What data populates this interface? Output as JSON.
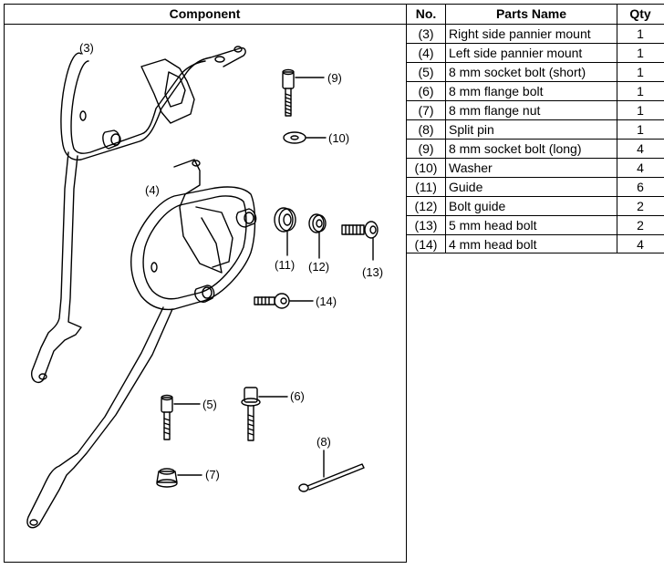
{
  "headers": {
    "component": "Component",
    "no": "No.",
    "parts_name": "Parts Name",
    "qty": "Qty"
  },
  "parts": [
    {
      "no": "(3)",
      "name": "Right side pannier mount",
      "qty": "1"
    },
    {
      "no": "(4)",
      "name": "Left side pannier mount",
      "qty": "1"
    },
    {
      "no": "(5)",
      "name": "8 mm socket bolt (short)",
      "qty": "1"
    },
    {
      "no": "(6)",
      "name": "8 mm flange bolt",
      "qty": "1"
    },
    {
      "no": "(7)",
      "name": "8 mm flange nut",
      "qty": "1"
    },
    {
      "no": "(8)",
      "name": "Split pin",
      "qty": "1"
    },
    {
      "no": "(9)",
      "name": "8 mm socket bolt (long)",
      "qty": "4"
    },
    {
      "no": "(10)",
      "name": "Washer",
      "qty": "4"
    },
    {
      "no": "(11)",
      "name": "Guide",
      "qty": "6"
    },
    {
      "no": "(12)",
      "name": "Bolt guide",
      "qty": "2"
    },
    {
      "no": "(13)",
      "name": "5 mm head bolt",
      "qty": "2"
    },
    {
      "no": "(14)",
      "name": "4 mm head bolt",
      "qty": "4"
    }
  ],
  "diagram_labels": {
    "l3": "(3)",
    "l4": "(4)",
    "l5": "(5)",
    "l6": "(6)",
    "l7": "(7)",
    "l8": "(8)",
    "l9": "(9)",
    "l10": "(10)",
    "l11": "(11)",
    "l12": "(12)",
    "l13": "(13)",
    "l14": "(14)"
  }
}
